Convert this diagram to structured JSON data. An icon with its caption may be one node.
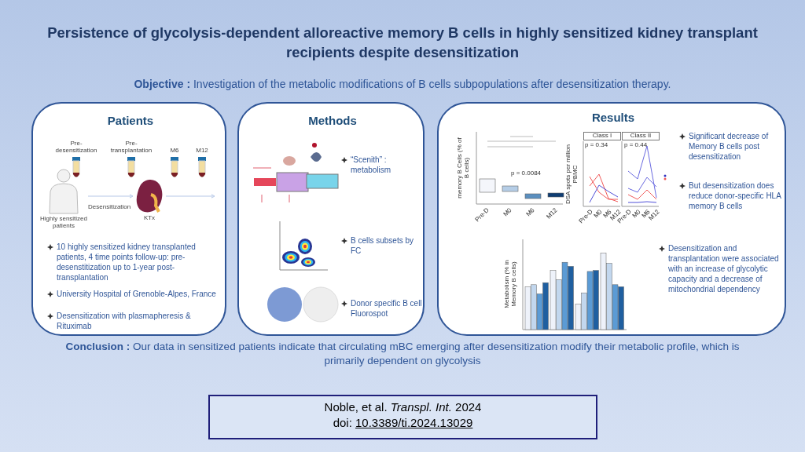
{
  "diagram": {
    "title": "Persistence of glycolysis-dependent alloreactive memory B cells in highly sensitized kidney transplant recipients despite desensitization",
    "nodes": [
      {
        "text": [
          "Patients",
          "10 highly sensitized kidney transplanted patients, 4 time points follow-up: pre-desenstitization up to 1-year post-transplantation",
          "University Hospital of Grenoble-Alpes, France",
          "Desensitization with plasmapheresis & Rituximab"
        ]
      },
      {
        "text": [],
        "shape": "person",
        "in": 0,
        "beside": [
          "Highly sensitized patients"
        ]
      },
      {
        "text": [],
        "shape": "tube",
        "in": 0,
        "beside": [
          "Pre-desensitization"
        ]
      },
      {
        "text": [],
        "shape": "tube",
        "in": 0,
        "beside": [
          "Pre-transplantation"
        ]
      },
      {
        "text": [],
        "shape": "picture",
        "in": 0,
        "beside": [
          "KTx"
        ]
      },
      {
        "text": [],
        "shape": "tube",
        "in": 0,
        "beside": [
          "M6"
        ]
      },
      {
        "text": [],
        "shape": "tube",
        "in": 0,
        "beside": [
          "M12"
        ]
      },
      {
        "text": [
          "Methods",
          "“Scenith” : metabolism",
          "B cells subsets by FC",
          "Donor specific B cell Fluorospot"
        ]
      },
      {
        "text": [
          "Results",
          "Significant decrease of Memory B cells post desensitization",
          "But desensitization does reduce donor-specific HLA memory B cells",
          "Desensitization and transplantation were associated with an increase of glycolytic capacity and a decrease of mitochondrial dependency"
        ]
      },
      {
        "text": [
          "Noble, et al. *Transpl. Int.* 2024",
          "doi:",
          "10.3389/ti.2024.13029"
        ]
      }
    ],
    "edges": [
      {
        "from": 1,
        "to": 4,
        "arrow": "to",
        "label": "Desensitization"
      },
      {
        "from": 4,
        "to": null,
        "arrow": "to"
      }
    ],
    "labels": [
      "**Objective :** Investigation of the metabolic modifications of B cells subpopulations after desensitization therapy.",
      "memory B Cells (% of B cells)",
      "Pre-D",
      "M0",
      "M6",
      "M12",
      "p = 0.0084",
      "Class I",
      "Class II",
      "p = 0.34",
      "p = 0.44",
      "DSA spots per million PBMC",
      "Pre-D",
      "M0",
      "M6",
      "M12",
      "Pre-D",
      "M0",
      "M6",
      "M12",
      "Metabolism (% in Memory B cells)",
      "**Conclusion :** Our data in sensitized patients indicate that circulating mBC emerging after desensitization modify their metabolic profile, which is primarily dependent on glycolysis"
    ]
  }
}
